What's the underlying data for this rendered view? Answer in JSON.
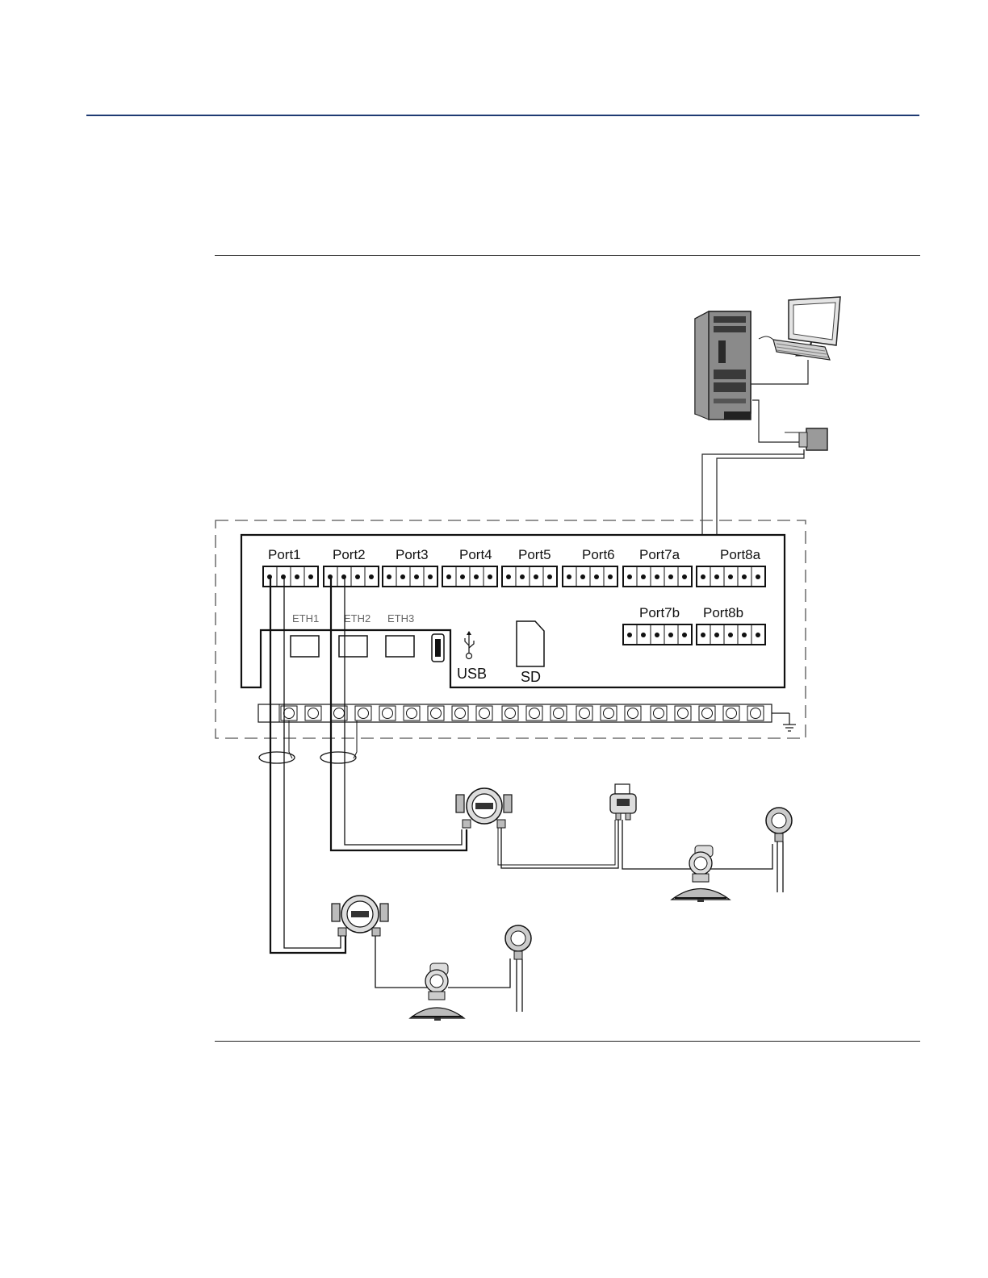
{
  "diagram": {
    "ports_top": [
      "Port1",
      "Port2",
      "Port3",
      "Port4",
      "Port5",
      "Port6",
      "Port7a",
      "Port8a"
    ],
    "ports_bottom": [
      "Port7b",
      "Port8b"
    ],
    "eth": [
      "ETH1",
      "ETH2",
      "ETH3"
    ],
    "usb_label": "USB",
    "sd_label": "SD"
  }
}
